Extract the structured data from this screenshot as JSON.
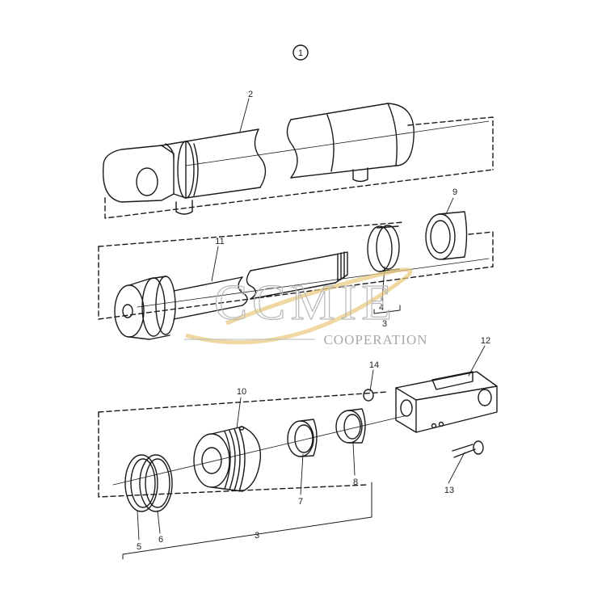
{
  "figure": {
    "view_label": "1",
    "callouts": {
      "c2": "2",
      "c9": "9",
      "c11": "11",
      "c4": "4",
      "c3a": "3",
      "c12": "12",
      "c14": "14",
      "c10": "10",
      "c13": "13",
      "c7": "7",
      "c8": "8",
      "c5": "5",
      "c6": "6",
      "c3b": "3"
    }
  },
  "watermark": {
    "brand": "CCMIE",
    "tagline": "COOPERATION",
    "swoosh_color": "#e8c77a"
  },
  "colors": {
    "line": "#1a1a1a",
    "background": "#ffffff"
  }
}
